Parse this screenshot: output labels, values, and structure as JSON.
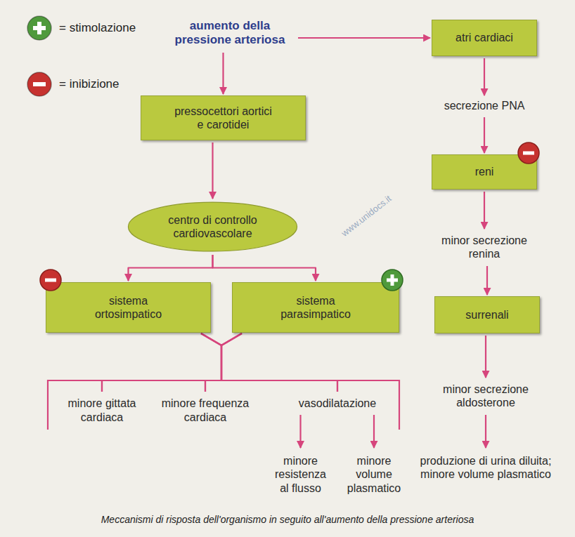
{
  "diagram": {
    "caption": "Meccanismi di risposta dell'organismo in seguito all'aumento della pressione arteriosa",
    "nodes": [
      {
        "text": [
          "aumento della pressione arteriosa"
        ]
      },
      {
        "text": [
          "atri cardiaci"
        ]
      },
      {
        "text": [
          "pressocettori aortici e carotidei"
        ]
      },
      {
        "text": [
          "centro di controllo cardiovascolare"
        ]
      },
      {
        "text": [
          "sistema ortosimpatico"
        ]
      },
      {
        "text": [
          "sistema parasimpatico"
        ]
      },
      {
        "text": [
          "secrezione PNA"
        ]
      },
      {
        "text": [
          "reni"
        ]
      },
      {
        "text": [
          "minor secrezione renina"
        ]
      },
      {
        "text": [
          "surrenali"
        ]
      },
      {
        "text": [
          "minor secrezione aldosterone"
        ]
      },
      {
        "text": [
          "produzione di urina diluita; minore volume plasmatico"
        ]
      },
      {
        "text": [
          "minore gittata cardiaca"
        ]
      },
      {
        "text": [
          "minore frequenza cardiaca"
        ]
      },
      {
        "text": [
          "vasodilatazione"
        ]
      },
      {
        "text": [
          "minore resistenza al flusso"
        ]
      },
      {
        "text": [
          "minore volume plasmatico"
        ]
      }
    ],
    "edges": [
      {
        "from": 0,
        "to": 1,
        "arrow": "to"
      },
      {
        "from": 0,
        "to": 2,
        "arrow": "to"
      },
      {
        "from": 2,
        "to": 3,
        "arrow": "to"
      },
      {
        "from": 3,
        "to": 4,
        "arrow": "to"
      },
      {
        "from": 3,
        "to": 5,
        "arrow": "to"
      },
      {
        "from": 4,
        "to": 12,
        "arrow": "none"
      },
      {
        "from": 4,
        "to": 13,
        "arrow": "none"
      },
      {
        "from": 4,
        "to": 14,
        "arrow": "none"
      },
      {
        "from": 5,
        "to": 12,
        "arrow": "none"
      },
      {
        "from": 5,
        "to": 13,
        "arrow": "none"
      },
      {
        "from": 5,
        "to": 14,
        "arrow": "none"
      },
      {
        "from": 14,
        "to": 15,
        "arrow": "to"
      },
      {
        "from": 14,
        "to": 16,
        "arrow": "to"
      },
      {
        "from": 1,
        "to": 6,
        "arrow": "to"
      },
      {
        "from": 6,
        "to": 7,
        "arrow": "to"
      },
      {
        "from": 7,
        "to": 8,
        "arrow": "to"
      },
      {
        "from": 8,
        "to": 9,
        "arrow": "to"
      },
      {
        "from": 9,
        "to": 10,
        "arrow": "to"
      },
      {
        "from": 10,
        "to": 11,
        "arrow": "to"
      }
    ],
    "labels": [
      "www.unidocs.it"
    ],
    "legend": [
      {
        "text": "= stimolazione",
        "color": "#4f9a3c"
      },
      {
        "text": "= inibizione",
        "color": "#c6322f"
      }
    ]
  }
}
